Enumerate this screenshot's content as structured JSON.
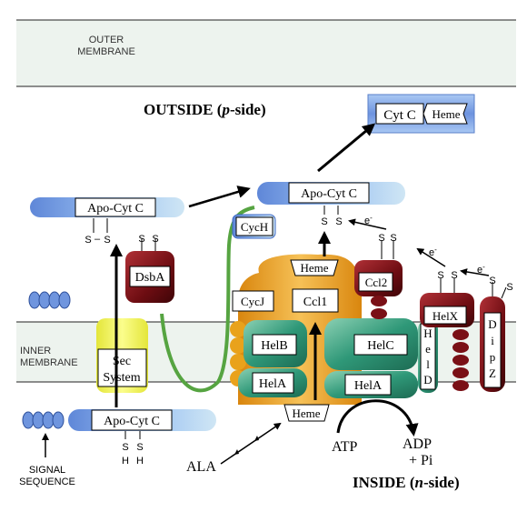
{
  "membranes": {
    "outer_label_1": "OUTER",
    "outer_label_2": "MEMBRANE",
    "inner_label_1": "INNER",
    "inner_label_2": "MEMBRANE"
  },
  "sides": {
    "outside_prefix": "OUTSIDE (",
    "outside_italic": "p",
    "outside_suffix": "-side)",
    "inside_prefix": "INSIDE (",
    "inside_italic": "n",
    "inside_suffix": "-side)"
  },
  "proteins": {
    "cytc": "Cyt C",
    "heme_box": "Heme",
    "apo_left": "Apo-Cyt C",
    "apo_mid": "Apo-Cyt C",
    "apo_bottom": "Apo-Cyt C",
    "cych": "CycH",
    "cycj": "CycJ",
    "ccl1": "Ccl1",
    "ccl2": "Ccl2",
    "heme_ccl": "Heme",
    "dsba": "DsbA",
    "sec_1": "Sec",
    "sec_2": "System",
    "helb": "HelB",
    "helc": "HelC",
    "hela_left": "HelA",
    "hela_right": "HelA",
    "helx": "HelX",
    "held": [
      "H",
      "e",
      "l",
      "D"
    ],
    "dipz": [
      "D",
      "i",
      "p",
      "Z"
    ],
    "heme_bottom": "Heme"
  },
  "labels": {
    "s": "S",
    "h": "H",
    "dash": "–",
    "electron": "e",
    "electron_sup": "-",
    "atp": "ATP",
    "adp": "ADP",
    "pi": "+ Pi",
    "ala": "ALA",
    "signal_1": "SIGNAL",
    "signal_2": "SEQUENCE"
  },
  "colors": {
    "membrane": "#edf3ee",
    "apo_blue": "#6f95de",
    "cytc_blue": "#6a9df0",
    "cych_green": "#56a441",
    "orange": "#e9a21b",
    "teal": "#2f9878",
    "maroon": "#6e0d12",
    "sec_yellow": "#f1f34a"
  }
}
